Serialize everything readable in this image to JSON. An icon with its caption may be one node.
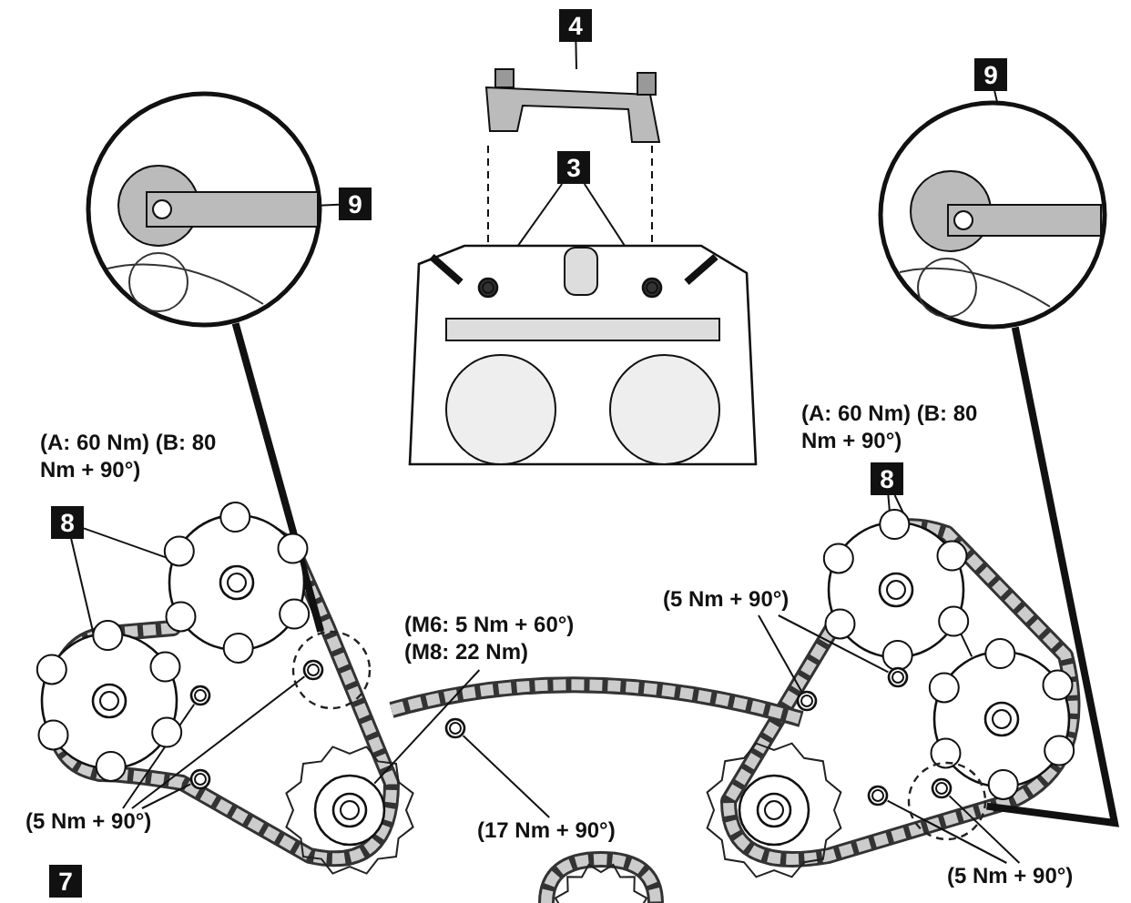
{
  "diagram": {
    "nodes": [
      {
        "text": [
          "4"
        ]
      },
      {
        "text": [],
        "shape": "picture"
      },
      {
        "text": [
          "3"
        ]
      },
      {
        "text": [],
        "shape": "picture"
      },
      {
        "text": [],
        "shape": "circle",
        "in": 3
      },
      {
        "text": [],
        "shape": "circle",
        "in": 3
      },
      {
        "text": [],
        "shape": "circle"
      },
      {
        "text": [],
        "shape": "bar",
        "in": 6
      },
      {
        "text": [
          "9"
        ]
      },
      {
        "text": [
          "9"
        ]
      },
      {
        "text": [],
        "shape": "circle"
      },
      {
        "text": [],
        "shape": "bar",
        "in": 10
      },
      {
        "text": [
          "8"
        ],
        "beside": [
          "(A: 60 Nm) (B: 80 Nm + 90°)"
        ]
      },
      {
        "text": [],
        "shape": "circle"
      },
      {
        "text": [],
        "shape": "circle"
      },
      {
        "text": [],
        "shape": "circle"
      },
      {
        "text": [],
        "shape": "circle",
        "in": 33
      },
      {
        "text": [],
        "shape": "circle"
      },
      {
        "text": [
          "(5 Nm + 90°)"
        ]
      },
      {
        "text": [
          "(M6: 5 Nm + 60°) (M8: 22 Nm)"
        ]
      },
      {
        "text": [],
        "shape": "circle"
      },
      {
        "text": [
          "(17 Nm + 90°)"
        ]
      },
      {
        "text": [],
        "shape": "circle"
      },
      {
        "text": [
          "8"
        ],
        "beside": [
          "(A: 60 Nm) (B: 80 Nm + 90°)"
        ]
      },
      {
        "text": [],
        "shape": "circle"
      },
      {
        "text": [],
        "shape": "circle"
      },
      {
        "text": [
          "(5 Nm + 90°)"
        ]
      },
      {
        "text": [],
        "shape": "circle"
      },
      {
        "text": [],
        "shape": "circle"
      },
      {
        "text": [],
        "shape": "circle"
      },
      {
        "text": [
          "(5 Nm + 90°)"
        ]
      },
      {
        "text": [],
        "shape": "circle"
      },
      {
        "text": [],
        "shape": "circle",
        "in": 34
      },
      {
        "text": [],
        "shape": "circle"
      },
      {
        "text": [],
        "shape": "circle"
      },
      {
        "text": [
          "7"
        ]
      }
    ],
    "edges": [
      {
        "from": 0,
        "to": 1,
        "arrow": "none"
      },
      {
        "from": 1,
        "to": 4,
        "arrow": "none",
        "style": "dashed"
      },
      {
        "from": 1,
        "to": 5,
        "arrow": "none",
        "style": "dashed"
      },
      {
        "from": 2,
        "to": 4,
        "arrow": "none"
      },
      {
        "from": 2,
        "to": 5,
        "arrow": "none"
      },
      {
        "from": 8,
        "to": 7,
        "arrow": "none"
      },
      {
        "from": 9,
        "to": 11,
        "arrow": "none"
      },
      {
        "from": 12,
        "to": 13,
        "arrow": "none"
      },
      {
        "from": 12,
        "to": 14,
        "arrow": "none"
      },
      {
        "from": 18,
        "to": 15,
        "arrow": "none"
      },
      {
        "from": 18,
        "to": 16,
        "arrow": "none"
      },
      {
        "from": 18,
        "to": 17,
        "arrow": "none"
      },
      {
        "from": 19,
        "to": 20,
        "arrow": "none"
      },
      {
        "from": 21,
        "to": 22,
        "arrow": "none"
      },
      {
        "from": 23,
        "to": 24,
        "arrow": "none"
      },
      {
        "from": 23,
        "to": 25,
        "arrow": "none"
      },
      {
        "from": 26,
        "to": 27,
        "arrow": "none"
      },
      {
        "from": 26,
        "to": 28,
        "arrow": "none"
      },
      {
        "from": 30,
        "to": 31,
        "arrow": "none"
      },
      {
        "from": 30,
        "to": 32,
        "arrow": "none"
      },
      {
        "from": 6,
        "to": 33,
        "arrow": "none",
        "style": "thick"
      },
      {
        "from": 10,
        "to": 34,
        "arrow": "none",
        "style": "thick"
      }
    ]
  }
}
